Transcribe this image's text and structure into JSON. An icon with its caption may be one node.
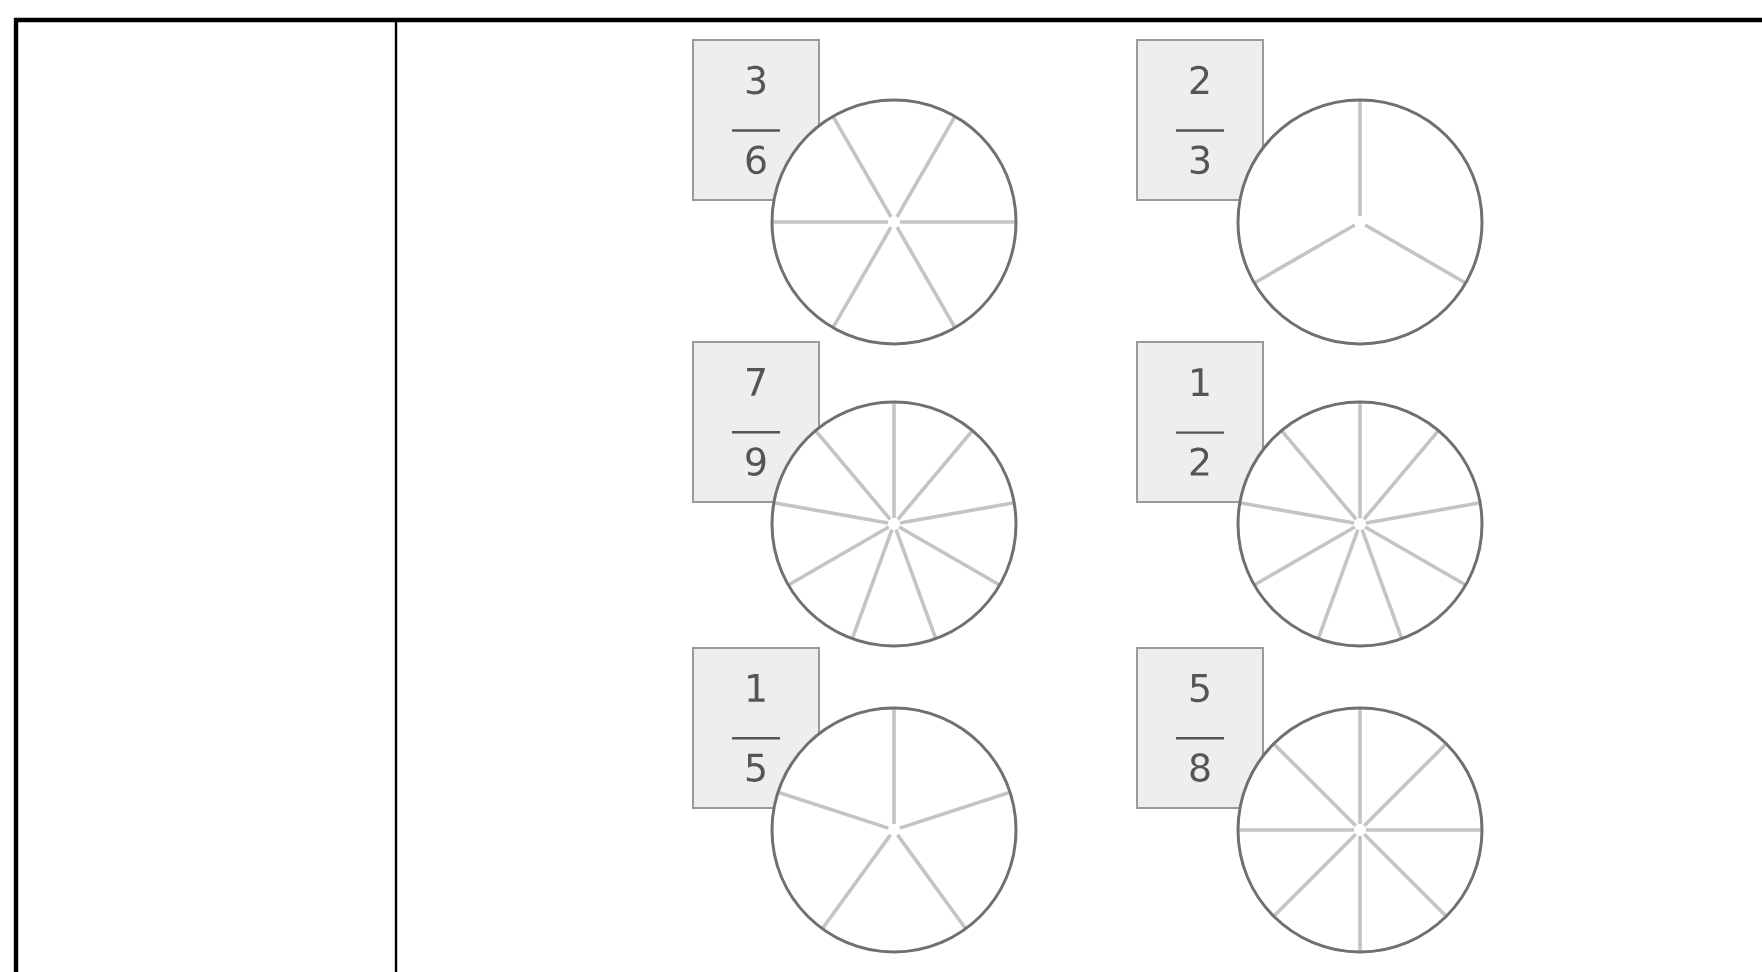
{
  "diagram": {
    "nodes": [
      {
        "text": [
          "3",
          "6"
        ]
      },
      {
        "text": [
          "2",
          "3"
        ]
      },
      {
        "text": [
          "7",
          "9"
        ]
      },
      {
        "text": [
          "1",
          "2"
        ]
      },
      {
        "text": [
          "1",
          "5"
        ]
      },
      {
        "text": [
          "5",
          "8"
        ]
      }
    ]
  }
}
